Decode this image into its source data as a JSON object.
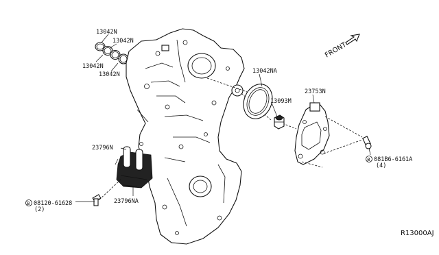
{
  "diagram": {
    "direction_label": "FRONT",
    "diagram_code": "R13000AJ"
  },
  "callouts": {
    "ring_1": "13042N",
    "ring_2": "13042N",
    "ring_3": "13042N",
    "ring_4": "13042N",
    "front_seal": "13042NA",
    "sensor": "13093M",
    "cover": "23753N",
    "solenoid_upper": "23796N",
    "solenoid_lower": "23796NA",
    "bolt_left_part": "08120-61628",
    "bolt_left_qty": "(2)",
    "bolt_left_marker": "B",
    "bolt_right_part": "081B6-6161A",
    "bolt_right_qty": "(4)",
    "bolt_right_marker": "B"
  }
}
